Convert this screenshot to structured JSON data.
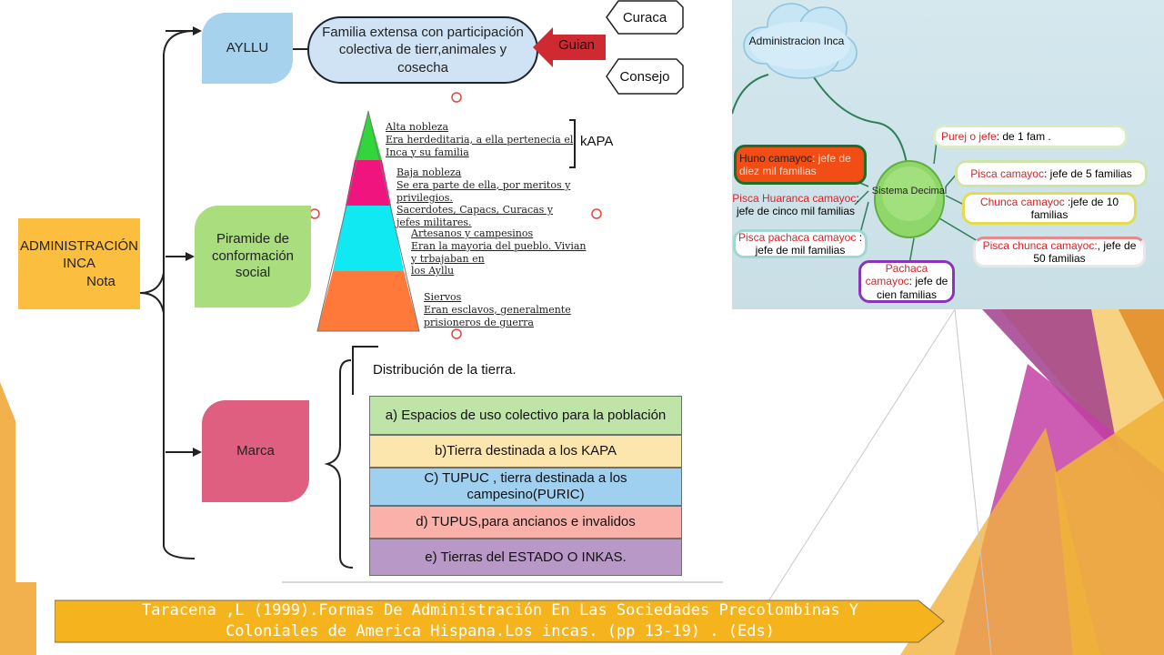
{
  "main": {
    "admin_line1": "ADMINISTRACIÓN",
    "admin_line2": "INCA",
    "admin_note": "Nota",
    "ayllu": "AYLLU",
    "familia": "Familia extensa con participación colectiva de tierr,animales y cosecha",
    "guian": "Guian",
    "curaca": "Curaca",
    "consejo": "Consejo",
    "piramide": "Piramide de conformación social",
    "marca": "Marca",
    "kapa": "kAPA",
    "pyramid": {
      "alta_title": "Alta nobleza",
      "alta_desc": "Era herdeditaria, a ella pertenecia el Inca y su familia",
      "baja_title": "Baja nobleza",
      "baja_desc1": "Se era parte de ella, por meritos y privilegios.",
      "baja_desc2": "Sacerdotes, Capacs, Curacas y jefes militares.",
      "art_title": "Artesanos y campesinos",
      "art_desc1": "Eran la mayoria del pueblo. Vivian y trbajaban en",
      "art_desc2": "los Ayllu",
      "siervos_title": "Siervos",
      "siervos_desc": "Eran esclavos, generalmente prisioneros de guerra"
    },
    "dist_title": "Distribución de la tierra.",
    "dist_rows": [
      "a) Espacios de uso colectivo para la población",
      "b)Tierra destinada a los KAPA",
      "C) TUPUC , tierra destinada a los campesino(PURIC)",
      "d) TUPUS,para ancianos e invalidos",
      "e) Tierras del ESTADO O INKAS."
    ]
  },
  "map": {
    "cloud": "Administracion Inca",
    "center": "Sistema Decimal",
    "purej": {
      "k": "Purej o jefe",
      "v": ": de 1 fam ."
    },
    "huno": {
      "k": "Huno camayoc",
      "v": ": jefe de diez mil familias"
    },
    "pisca_camayoc": {
      "k": "Pisca camayoc",
      "v": ": jefe de 5 familias"
    },
    "pisca_huaranca": {
      "k": "Pisca Huaranca camayoc",
      "v": ": jefe de cinco mil familias"
    },
    "chunca": {
      "k": "Chunca camayoc",
      "v": " :jefe de 10 familias"
    },
    "pisca_pachaca": {
      "k": "Pisca pachaca camayoc",
      "v": " : jefe de mil familias"
    },
    "pisca_chunca": {
      "k": "Pisca chunca camayoc:",
      "v": ", jefe de 50 familias"
    },
    "pachaca": {
      "k": "Pachaca camayoc",
      "v": ": jefe de cien familias"
    }
  },
  "citation": {
    "line1": "Taracena ,L (1999).Formas De Administración En Las Sociedades Precolombinas Y",
    "line2": "Coloniales de America Hispana.Los incas. (pp 13-19) . (Eds)"
  },
  "colors": {
    "ayllu": "#a7d2ee",
    "piramide": "#a9dd7e",
    "marca": "#de5f7f",
    "admin": "#fcbe3f",
    "pyr_top": "#33d63a",
    "pyr_2": "#f0147f",
    "pyr_3": "#10e8f2",
    "pyr_4": "#ff7a3a",
    "row_a": "#bfe4a7",
    "row_b": "#fde6ad",
    "row_c": "#9fd0ef",
    "row_d": "#f9b1a9",
    "row_e": "#b898c7",
    "guian_arrow": "#cf2a32"
  }
}
